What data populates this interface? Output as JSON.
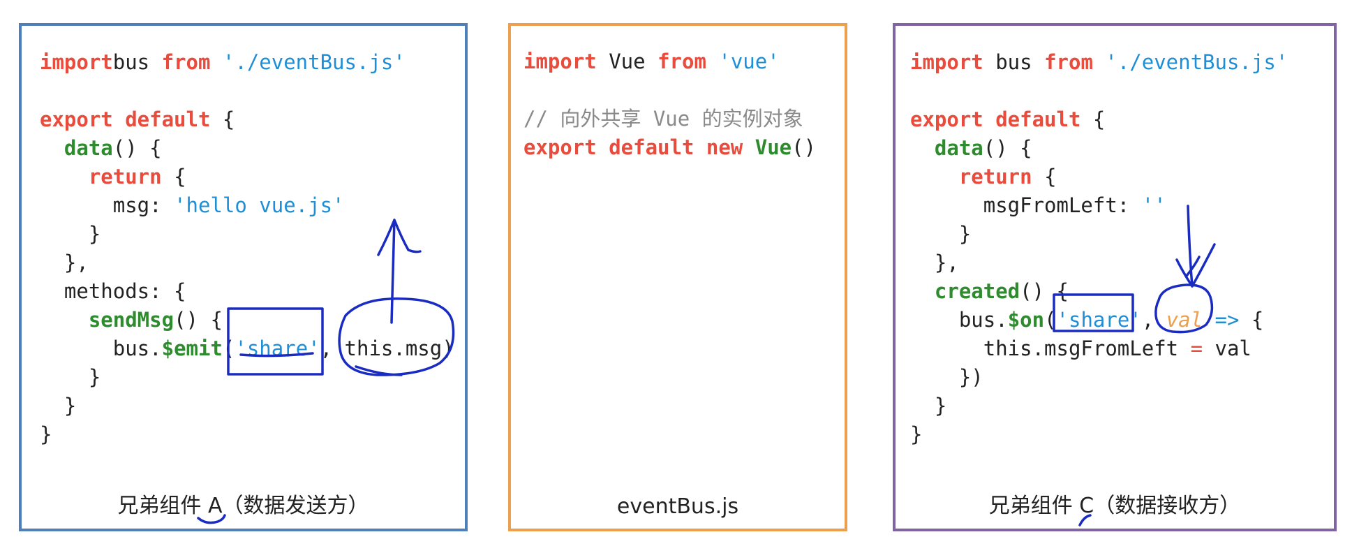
{
  "panel_a": {
    "lines": [
      [
        [
          "kw",
          "import"
        ],
        [
          "",
          "bus "
        ],
        [
          "kw",
          "from"
        ],
        [
          "",
          ""
        ],
        [
          "str",
          " './eventBus.js'"
        ]
      ],
      [],
      [
        [
          "kw",
          "export default"
        ],
        [
          "",
          " {"
        ]
      ],
      [
        [
          "",
          "  "
        ],
        [
          "fn",
          "data"
        ],
        [
          "",
          "() {"
        ]
      ],
      [
        [
          "",
          "    "
        ],
        [
          "kw",
          "return"
        ],
        [
          "",
          " {"
        ]
      ],
      [
        [
          "",
          "      msg: "
        ],
        [
          "str",
          "'hello vue.js'"
        ]
      ],
      [
        [
          "",
          "    }"
        ]
      ],
      [
        [
          "",
          "  },"
        ]
      ],
      [
        [
          "",
          "  methods: {"
        ]
      ],
      [
        [
          "",
          "    "
        ],
        [
          "fn",
          "sendMsg"
        ],
        [
          "",
          "() {"
        ]
      ],
      [
        [
          "",
          "      bus."
        ],
        [
          "fn",
          "$emit"
        ],
        [
          "",
          "("
        ],
        [
          "str",
          "'share'"
        ],
        [
          "",
          ", this.msg)"
        ]
      ],
      [
        [
          "",
          "    }"
        ]
      ],
      [
        [
          "",
          "  }"
        ]
      ],
      [
        [
          "",
          "}"
        ]
      ]
    ],
    "caption": "兄弟组件 A（数据发送方）"
  },
  "panel_b": {
    "lines": [
      [
        [
          "kw",
          "import"
        ],
        [
          "",
          " Vue "
        ],
        [
          "kw",
          "from"
        ],
        [
          "str",
          " 'vue'"
        ]
      ],
      [],
      [
        [
          "cm",
          "// 向外共享 Vue 的实例对象"
        ]
      ],
      [
        [
          "kw",
          "export default new"
        ],
        [
          "",
          " "
        ],
        [
          "fn",
          "Vue"
        ],
        [
          "",
          "()"
        ]
      ]
    ],
    "caption": "eventBus.js"
  },
  "panel_c": {
    "lines": [
      [
        [
          "kw",
          "import"
        ],
        [
          "",
          ""
        ],
        [
          "",
          " bus "
        ],
        [
          "kw",
          "from"
        ],
        [
          "str",
          " './eventBus.js'"
        ]
      ],
      [],
      [
        [
          "kw",
          "export default"
        ],
        [
          "",
          " {"
        ]
      ],
      [
        [
          "",
          "  "
        ],
        [
          "fn",
          "data"
        ],
        [
          "",
          "() {"
        ]
      ],
      [
        [
          "",
          "    "
        ],
        [
          "kw",
          "return"
        ],
        [
          "",
          " {"
        ]
      ],
      [
        [
          "",
          "      msgFromLeft: "
        ],
        [
          "str",
          "''"
        ]
      ],
      [
        [
          "",
          "    }"
        ]
      ],
      [
        [
          "",
          "  },"
        ]
      ],
      [
        [
          "",
          "  "
        ],
        [
          "fn",
          "created"
        ],
        [
          "",
          "() {"
        ]
      ],
      [
        [
          "",
          "    bus."
        ],
        [
          "fn",
          "$on"
        ],
        [
          "",
          "("
        ],
        [
          "str",
          "'share'"
        ],
        [
          "",
          ", "
        ],
        [
          "par",
          "val"
        ],
        [
          "str",
          " =>"
        ],
        [
          "",
          " {"
        ]
      ],
      [
        [
          "",
          "      this.msgFromLeft "
        ],
        [
          "op",
          "="
        ],
        [
          "",
          " val"
        ]
      ],
      [
        [
          "",
          "    })"
        ]
      ],
      [
        [
          "",
          "  }"
        ]
      ],
      [
        [
          "",
          "}"
        ]
      ]
    ],
    "caption": "兄弟组件 C（数据接收方）"
  },
  "colors": {
    "keyword": "#e94b3c",
    "function": "#2e8b2e",
    "string": "#1e8fd6",
    "comment": "#8a8a8a",
    "param": "#ec9f4c",
    "annotation": "#1a2bc2",
    "border_a": "#4e7fb9",
    "border_b": "#ec9f4c",
    "border_c": "#8064a2"
  }
}
